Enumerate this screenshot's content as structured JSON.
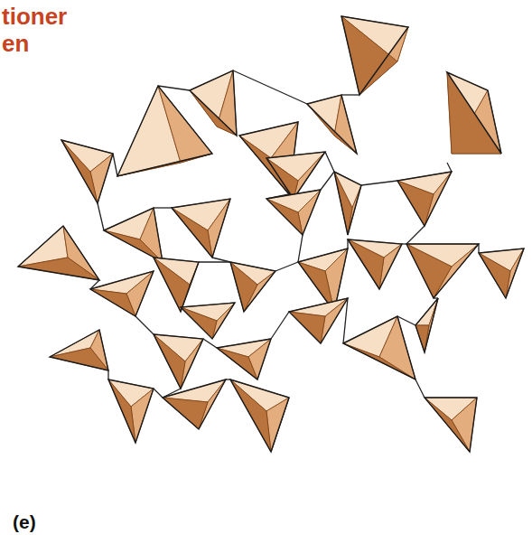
{
  "diagram": {
    "labels": [
      "tioner",
      "en",
      "(e)"
    ]
  }
}
